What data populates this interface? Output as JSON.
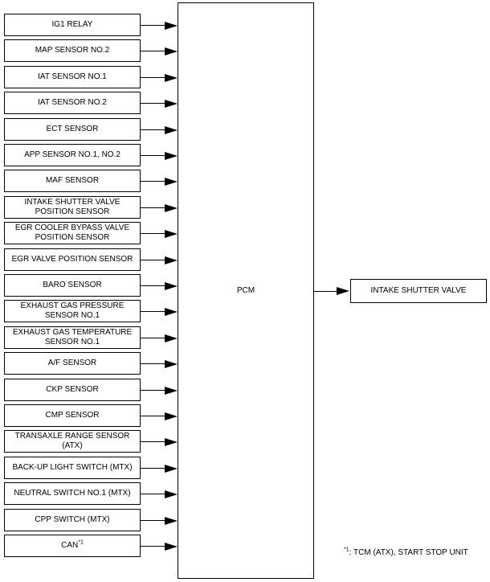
{
  "inputs": [
    {
      "line1": "IG1 RELAY",
      "line2": ""
    },
    {
      "line1": "MAP SENSOR NO.2",
      "line2": ""
    },
    {
      "line1": "IAT SENSOR NO.1",
      "line2": ""
    },
    {
      "line1": "IAT SENSOR NO.2",
      "line2": ""
    },
    {
      "line1": "ECT SENSOR",
      "line2": ""
    },
    {
      "line1": "APP SENSOR NO.1, NO.2",
      "line2": ""
    },
    {
      "line1": "MAF SENSOR",
      "line2": ""
    },
    {
      "line1": "INTAKE SHUTTER VALVE",
      "line2": "POSITION SENSOR"
    },
    {
      "line1": "EGR COOLER BYPASS VALVE",
      "line2": "POSITION SENSOR"
    },
    {
      "line1": "EGR VALVE POSITION SENSOR",
      "line2": ""
    },
    {
      "line1": "BARO SENSOR",
      "line2": ""
    },
    {
      "line1": "EXHAUST GAS PRESSURE",
      "line2": "SENSOR NO.1"
    },
    {
      "line1": "EXHAUST GAS TEMPERATURE",
      "line2": "SENSOR NO.1"
    },
    {
      "line1": "A/F SENSOR",
      "line2": ""
    },
    {
      "line1": "CKP SENSOR",
      "line2": ""
    },
    {
      "line1": "CMP SENSOR",
      "line2": ""
    },
    {
      "line1": "TRANSAXLE RANGE SENSOR",
      "line2": "(ATX)"
    },
    {
      "line1": "BACK-UP LIGHT SWITCH (MTX)",
      "line2": ""
    },
    {
      "line1": "NEUTRAL SWITCH NO.1 (MTX)",
      "line2": ""
    },
    {
      "line1": "CPP SWITCH (MTX)",
      "line2": ""
    },
    {
      "line1": "CAN",
      "line2": "",
      "sup": "*1"
    }
  ],
  "pcm": {
    "label": "PCM"
  },
  "output": {
    "label": "INTAKE SHUTTER VALVE"
  },
  "footnote": {
    "mark": "*1",
    "text": ": TCM (ATX), START STOP UNIT"
  }
}
